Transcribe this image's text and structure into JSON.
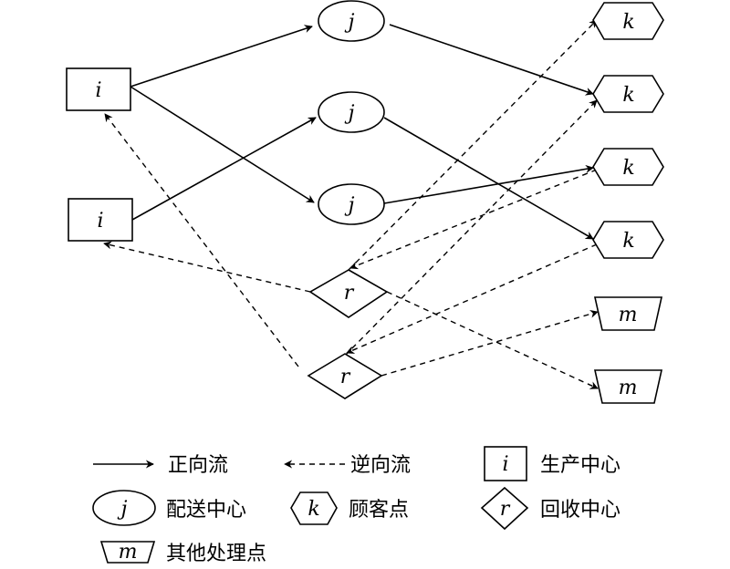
{
  "colors": {
    "stroke": "#000000",
    "fill": "#ffffff"
  },
  "nodes": {
    "i1": {
      "label": "i",
      "kind": "production-center"
    },
    "i2": {
      "label": "i",
      "kind": "production-center"
    },
    "j1": {
      "label": "j",
      "kind": "distribution-center"
    },
    "j2": {
      "label": "j",
      "kind": "distribution-center"
    },
    "j3": {
      "label": "j",
      "kind": "distribution-center"
    },
    "k1": {
      "label": "k",
      "kind": "customer-point"
    },
    "k2": {
      "label": "k",
      "kind": "customer-point"
    },
    "k3": {
      "label": "k",
      "kind": "customer-point"
    },
    "k4": {
      "label": "k",
      "kind": "customer-point"
    },
    "r1": {
      "label": "r",
      "kind": "recycling-center"
    },
    "r2": {
      "label": "r",
      "kind": "recycling-center"
    },
    "m1": {
      "label": "m",
      "kind": "other-processing-point"
    },
    "m2": {
      "label": "m",
      "kind": "other-processing-point"
    }
  },
  "legend": {
    "forward": "正向流",
    "reverse": "逆向流",
    "production": {
      "symbol": "i",
      "text": "生产中心"
    },
    "distribution": {
      "symbol": "j",
      "text": "配送中心"
    },
    "customer": {
      "symbol": "k",
      "text": "顾客点"
    },
    "recycling": {
      "symbol": "r",
      "text": "回收中心"
    },
    "processing": {
      "symbol": "m",
      "text": "其他处理点"
    }
  }
}
